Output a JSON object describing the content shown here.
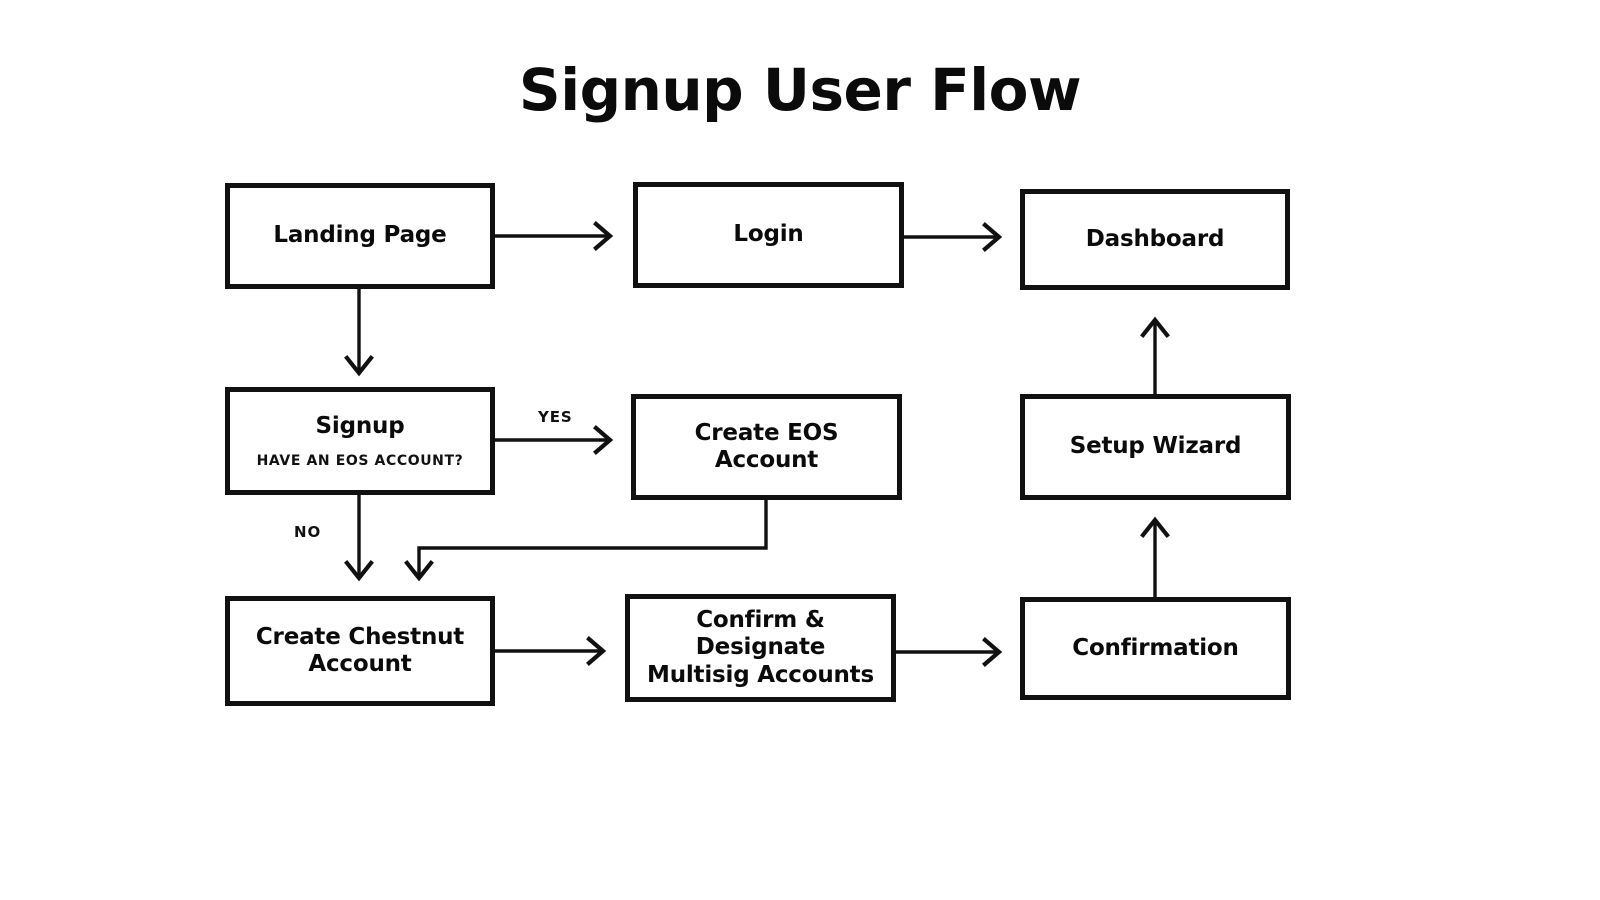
{
  "diagram": {
    "title": "Signup User Flow",
    "background_color": "#ffffff",
    "stroke_color": "#111111",
    "nodes": [
      {
        "id": "landing-page",
        "label": "Landing Page"
      },
      {
        "id": "login",
        "label": "Login"
      },
      {
        "id": "dashboard",
        "label": "Dashboard"
      },
      {
        "id": "signup",
        "label": "Signup",
        "sublabel": "HAVE AN EOS ACCOUNT?"
      },
      {
        "id": "create-eos-account",
        "label": "Create EOS\nAccount"
      },
      {
        "id": "setup-wizard",
        "label": "Setup Wizard"
      },
      {
        "id": "create-chestnut-account",
        "label": "Create Chestnut\nAccount"
      },
      {
        "id": "confirm-designate-multisig",
        "label": "Confirm &\nDesignate\nMultisig Accounts"
      },
      {
        "id": "confirmation",
        "label": "Confirmation"
      }
    ],
    "edges": [
      {
        "from": "landing-page",
        "to": "login",
        "label": ""
      },
      {
        "from": "login",
        "to": "dashboard",
        "label": ""
      },
      {
        "from": "landing-page",
        "to": "signup",
        "label": ""
      },
      {
        "from": "signup",
        "to": "create-eos-account",
        "label": "YES"
      },
      {
        "from": "signup",
        "to": "create-chestnut-account",
        "label": "NO"
      },
      {
        "from": "create-eos-account",
        "to": "create-chestnut-account",
        "label": ""
      },
      {
        "from": "create-chestnut-account",
        "to": "confirm-designate-multisig",
        "label": ""
      },
      {
        "from": "confirm-designate-multisig",
        "to": "confirmation",
        "label": ""
      },
      {
        "from": "confirmation",
        "to": "setup-wizard",
        "label": ""
      },
      {
        "from": "setup-wizard",
        "to": "dashboard",
        "label": ""
      }
    ],
    "edge_labels": {
      "yes": "YES",
      "no": "NO"
    }
  }
}
